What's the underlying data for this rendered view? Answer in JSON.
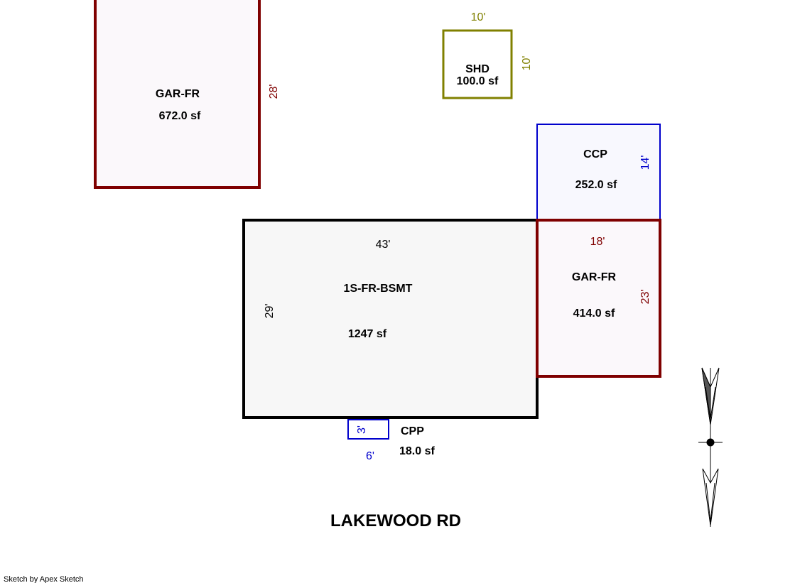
{
  "colors": {
    "garage": "#7f0000",
    "carport": "#0000cc",
    "shed": "#808000",
    "house": "#000000",
    "garage_fill": "#fbf8fb",
    "carport_fill": "#f8f8fe",
    "house_fill": "#f7f7f7"
  },
  "areas": {
    "garage_detached": {
      "label": "GAR-FR",
      "area": "672.0 sf",
      "dim_side": "28'"
    },
    "shed": {
      "label": "SHD",
      "area": "100.0 sf",
      "dim_top": "10'",
      "dim_side": "10'"
    },
    "covered_carport": {
      "label": "CCP",
      "area": "252.0 sf",
      "dim_side": "14'"
    },
    "house": {
      "label": "1S-FR-BSMT",
      "area": "1247 sf",
      "dim_top": "43'",
      "dim_side": "29'"
    },
    "garage_attached": {
      "label": "GAR-FR",
      "area": "414.0 sf",
      "dim_top": "18'",
      "dim_side": "23'"
    },
    "covered_porch": {
      "label": "CPP",
      "area": "18.0 sf",
      "dim_side": "3'",
      "dim_bottom": "6'"
    }
  },
  "street": "LAKEWOOD RD",
  "credit": "Sketch by Apex Sketch",
  "icons": {
    "compass": "north-arrow-icon"
  }
}
